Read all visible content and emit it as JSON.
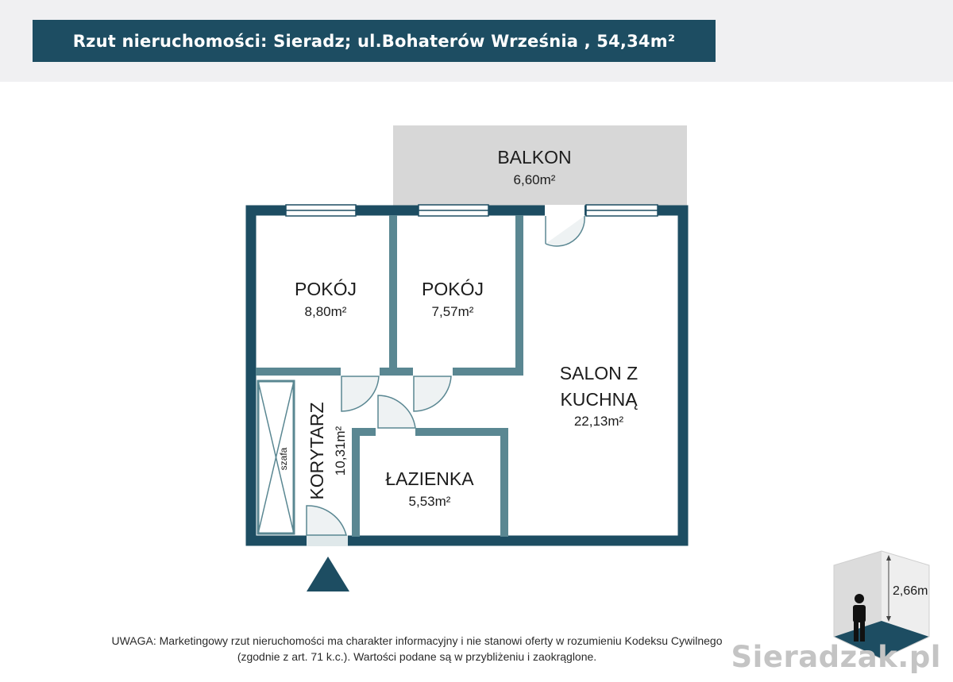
{
  "title": "Rzut nieruchomości: Sieradz; ul.Bohaterów Września , 54,34m²",
  "rooms": {
    "balkon": {
      "name": "BALKON",
      "area": "6,60m²"
    },
    "pokoj1": {
      "name": "POKÓJ",
      "area": "8,80m²"
    },
    "pokoj2": {
      "name": "POKÓJ",
      "area": "7,57m²"
    },
    "salon": {
      "name_line1": "SALON Z",
      "name_line2": "KUCHNĄ",
      "area": "22,13m²"
    },
    "korytarz": {
      "name": "KORYTARZ",
      "area": "10,31m²"
    },
    "lazienka": {
      "name": "ŁAZIENKA",
      "area": "5,53m²"
    },
    "szafa": {
      "name": "szafa"
    }
  },
  "height_label": "2,66m",
  "disclaimer": {
    "line1": "UWAGA: Marketingowy rzut nieruchomości ma charakter informacyjny i nie stanowi oferty w rozumieniu Kodeksu Cywilnego",
    "line2": "(zgodnie z art. 71 k.c.). Wartości podane są w przybliżeniu i zaokrąglone."
  },
  "watermark": "Sieradzak.pl",
  "colors": {
    "wall": "#1d4d62",
    "inner_wall": "#5a8792",
    "balcony": "#d7d7d7",
    "header_bg": "#f0f0f2",
    "watermark": "#c4c4c4"
  }
}
